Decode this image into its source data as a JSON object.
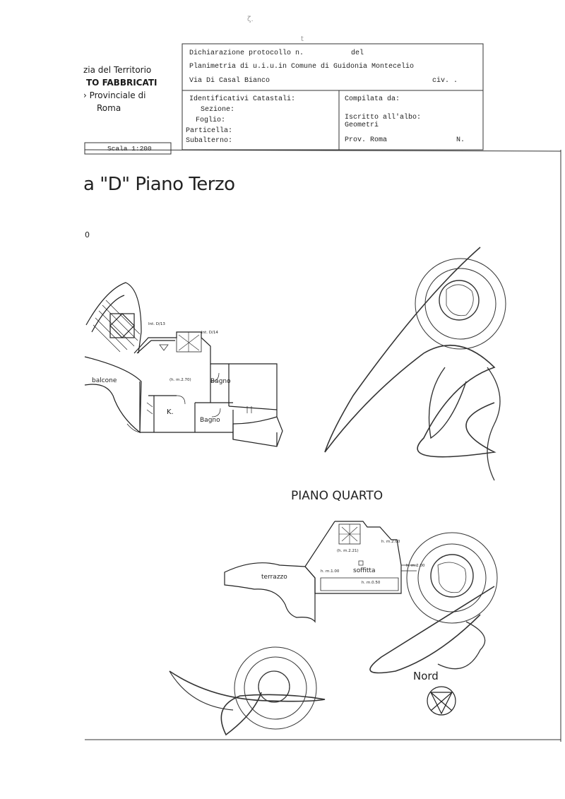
{
  "header": {
    "agency_line1": "zia del Territorio",
    "agency_line2": "TO FABBRICATI",
    "agency_line3": "› Provinciale di",
    "agency_line4": "Roma",
    "scale": "Scala 1:200",
    "declaration": "Dichiarazione protocollo n.",
    "declaration_del": "del",
    "planimetry": "Planimetria di u.i.u.in Comune di Guidonia Montecelio",
    "address": "Via Di Casal Bianco",
    "civ": "civ. .",
    "cadastral_ids": "Identificativi Catastali:",
    "section": "Sezione:",
    "sheet": "Foglio:",
    "parcel": "Particella:",
    "subaltern": "Subalterno:",
    "compiled_by": "Compilata da:",
    "registered": "Iscritto all'albo:",
    "profession": "Geometri",
    "province": "Prov. Roma",
    "number": "N."
  },
  "plan": {
    "title": "a \"D\" Piano Terzo",
    "margin_mark": "0",
    "floor3": {
      "int_left": "Int. D/13",
      "int_right": "Int. D/14",
      "balcony": "balcone",
      "height_main": "(h. m.2.70)",
      "bath_top": "Bagno",
      "kitchen": "K.",
      "bath_bottom": "Bagno"
    },
    "floor4": {
      "label": "PIANO QUARTO",
      "h_221": "(h. m.2.21)",
      "h_200_right": "h. m.2.00",
      "h_200_far": "h. m.2.00",
      "h_100": "h. m.1.00",
      "h_050": "h. m.0.50",
      "attic": "soffitta",
      "terrace": "terrazzo"
    },
    "north": "Nord"
  }
}
